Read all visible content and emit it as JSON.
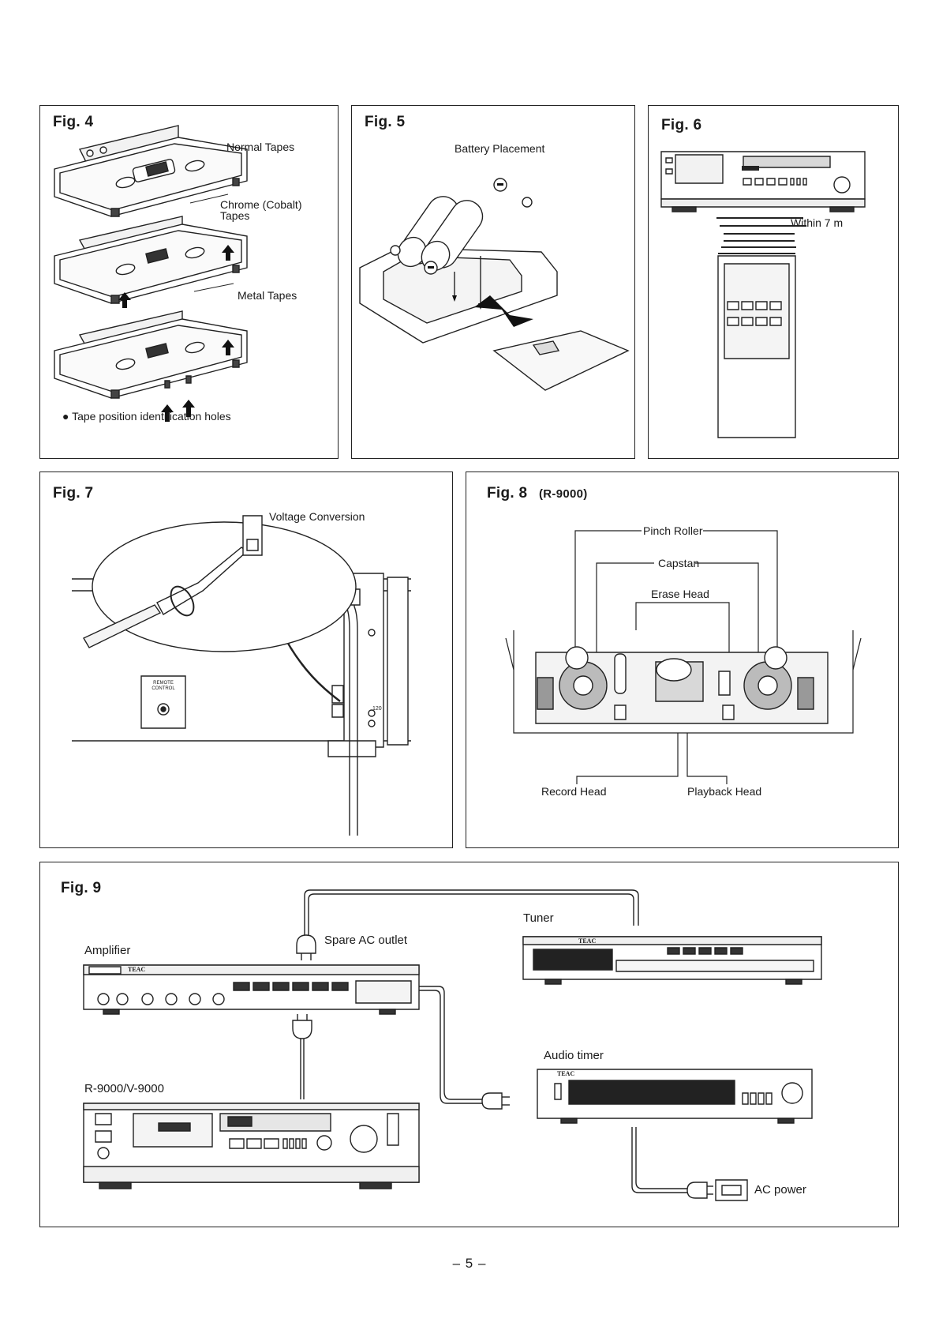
{
  "fig4": {
    "title": "Fig. 4",
    "label_normal": "Normal Tapes",
    "label_chrome": "Chrome (Cobalt) Tapes",
    "label_metal": "Metal Tapes",
    "note": "● Tape position identification holes"
  },
  "fig5": {
    "title": "Fig. 5",
    "caption": "Battery Placement"
  },
  "fig6": {
    "title": "Fig. 6",
    "label_range": "Within 7 m"
  },
  "fig7": {
    "title": "Fig. 7",
    "caption": "Voltage Conversion",
    "panel_text": "REMOTE CONTROL",
    "selector_value": "120"
  },
  "fig8": {
    "title": "Fig. 8",
    "subtitle": "(R-9000)",
    "label_pinch_roller": "Pinch Roller",
    "label_capstan": "Capstan",
    "label_erase_head": "Erase Head",
    "label_record_head": "Record Head",
    "label_playback_head": "Playback Head"
  },
  "fig9": {
    "title": "Fig. 9",
    "label_amplifier": "Amplifier",
    "label_spare_outlet": "Spare AC outlet",
    "label_tuner": "Tuner",
    "label_audio_timer": "Audio timer",
    "label_deck": "R-9000/V-9000",
    "label_ac_power": "AC power",
    "brand": "TEAC"
  },
  "page": {
    "number": "– 5 –"
  }
}
